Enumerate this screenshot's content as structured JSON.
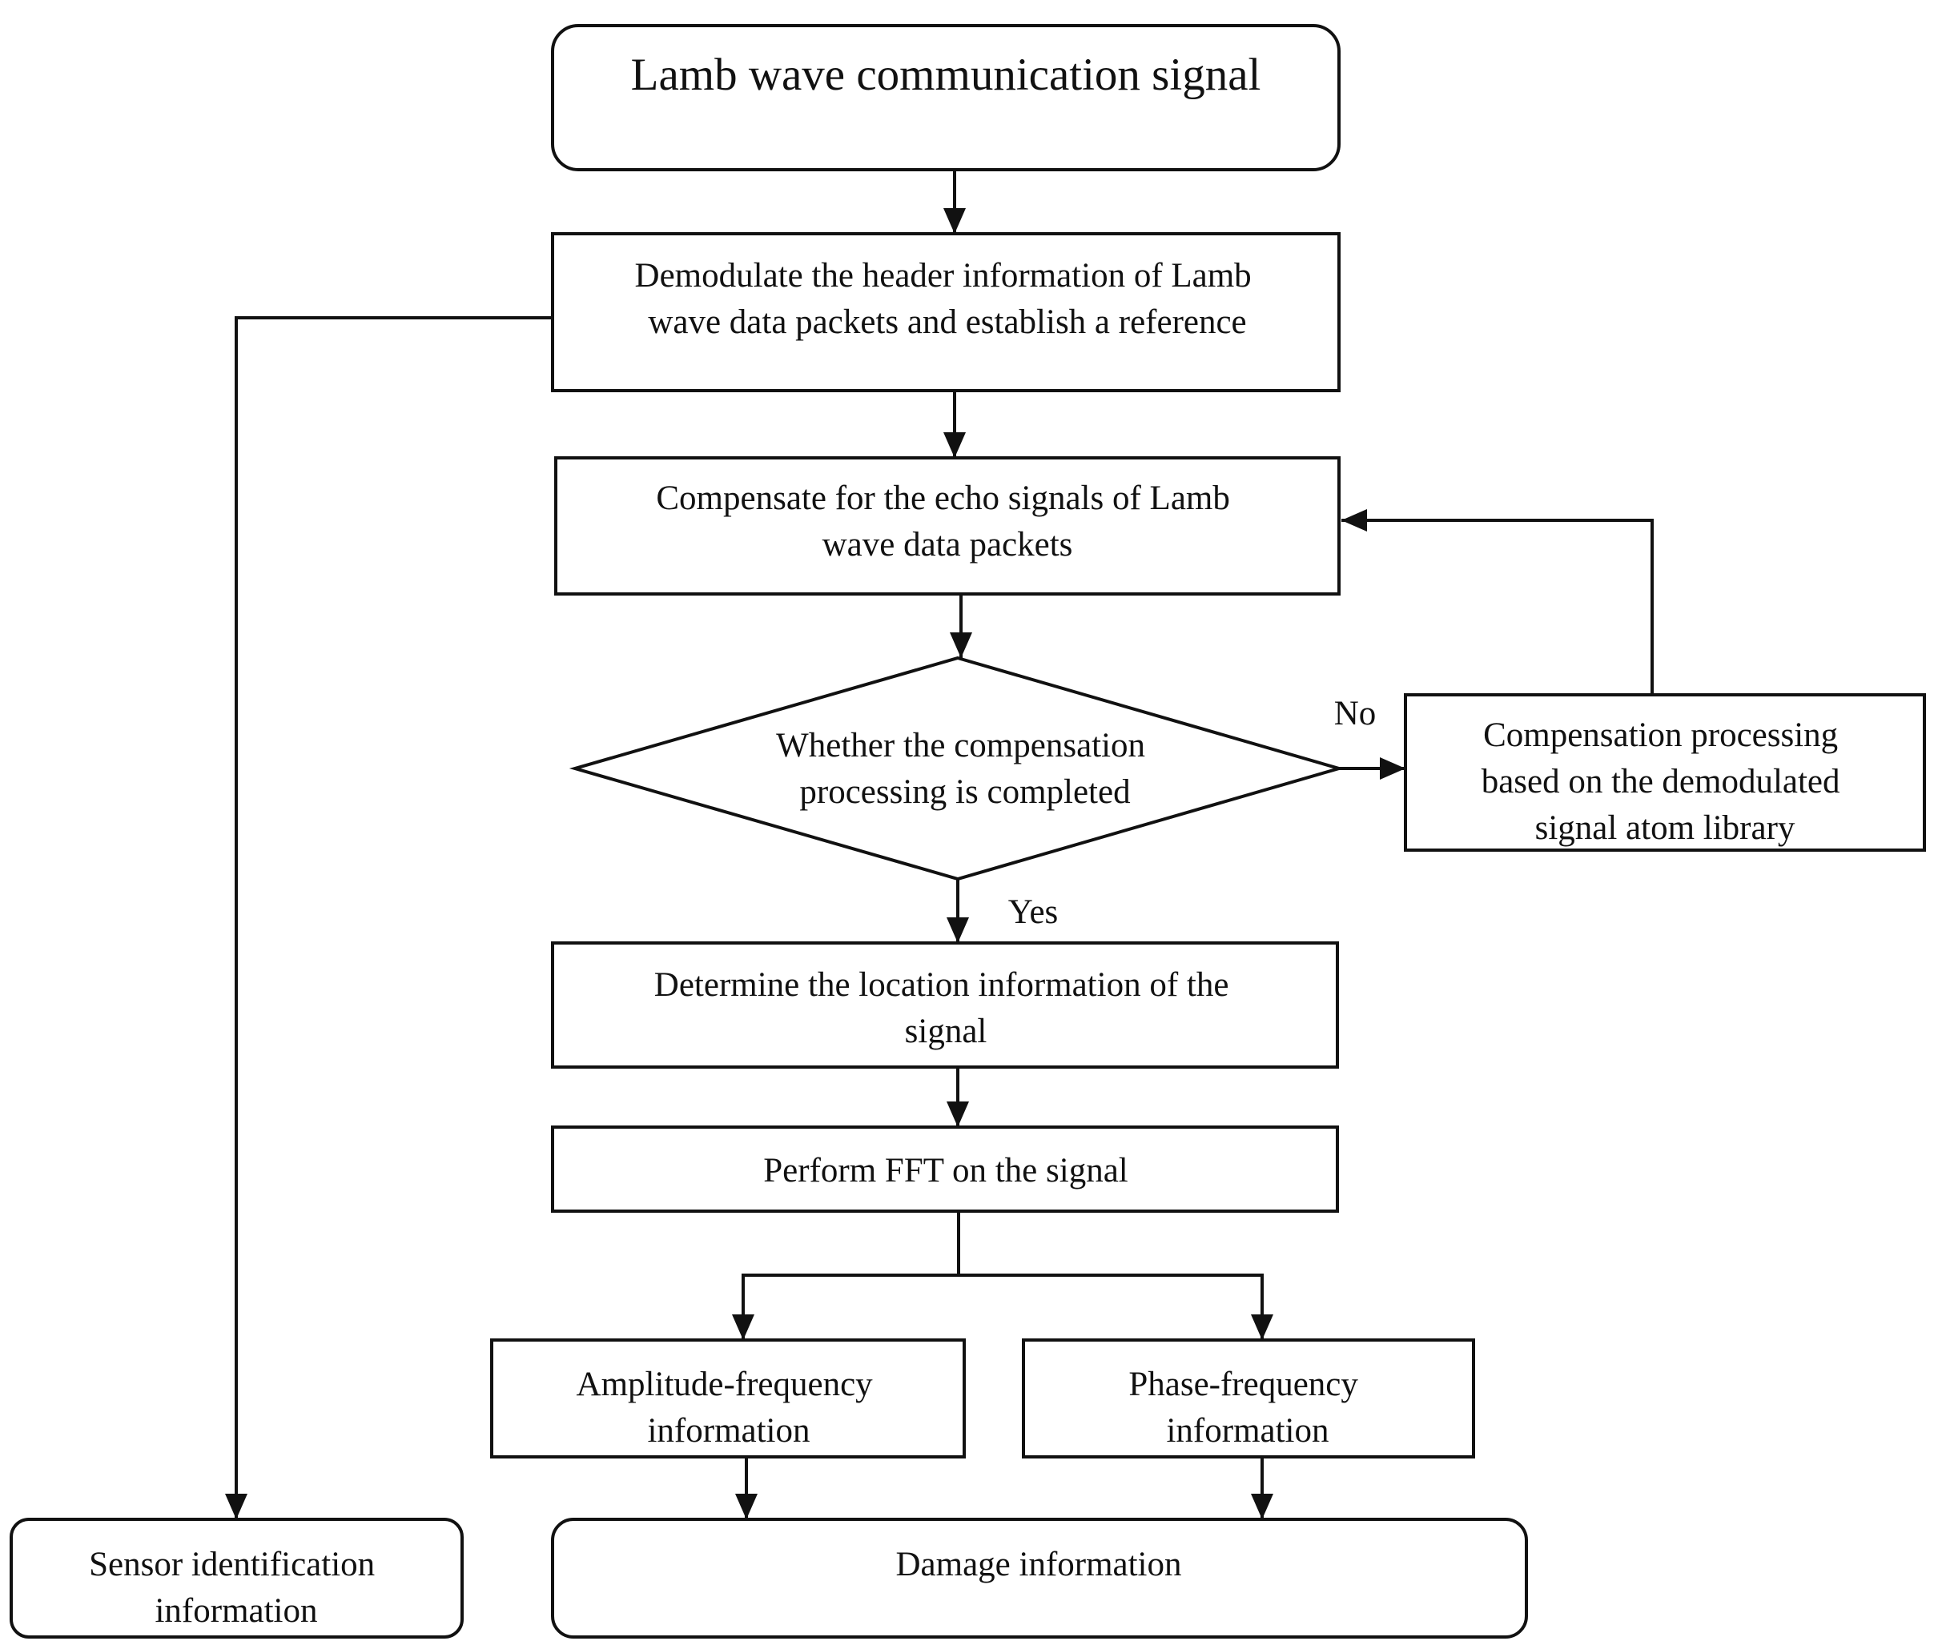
{
  "diagram": {
    "nodes": {
      "start": {
        "lines": [
          "Lamb wave communication signal"
        ]
      },
      "demodulate": {
        "lines": [
          "Demodulate the header information of Lamb",
          "wave data packets and establish a reference"
        ]
      },
      "compensate": {
        "lines": [
          "Compensate for the echo signals of Lamb",
          "wave data packets"
        ]
      },
      "decision": {
        "lines": [
          "Whether the compensation",
          "processing is completed"
        ]
      },
      "comp_processing": {
        "lines": [
          "Compensation processing",
          "based on the demodulated",
          "signal atom library"
        ]
      },
      "location": {
        "lines": [
          "Determine the location information of the",
          "signal"
        ]
      },
      "fft": {
        "lines": [
          "Perform FFT on the signal"
        ]
      },
      "amplitude": {
        "lines": [
          "Amplitude-frequency",
          "information"
        ]
      },
      "phase": {
        "lines": [
          "Phase-frequency",
          "information"
        ]
      },
      "sensor": {
        "lines": [
          "Sensor identification",
          "information"
        ]
      },
      "damage": {
        "lines": [
          "Damage information"
        ]
      }
    },
    "edge_labels": {
      "no": "No",
      "yes": "Yes"
    }
  }
}
